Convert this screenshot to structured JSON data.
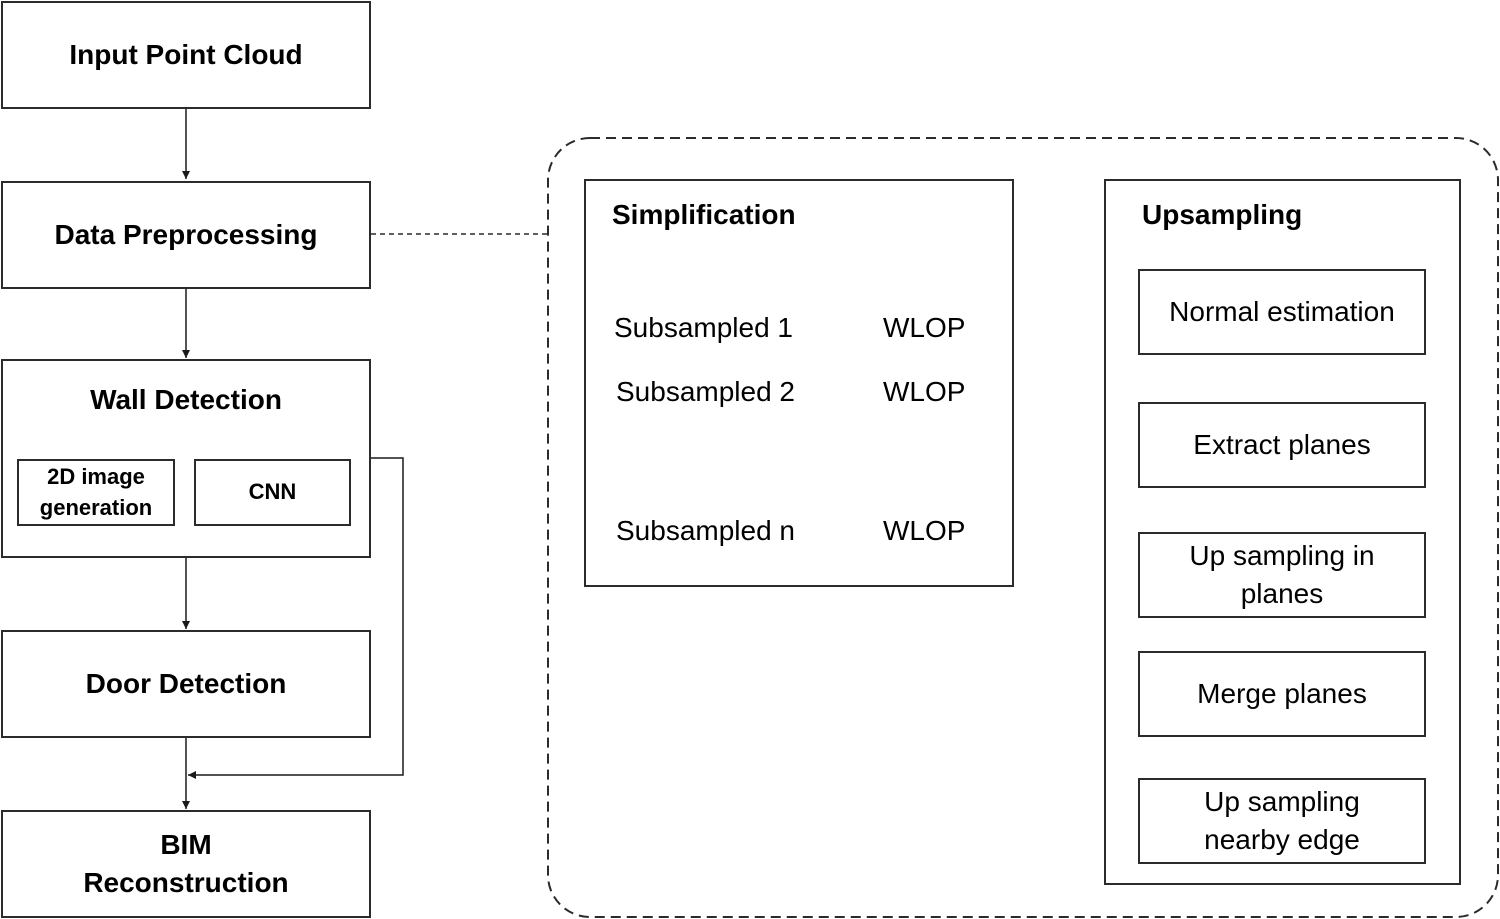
{
  "pipeline": {
    "input": "Input Point Cloud",
    "preprocessing": "Data Preprocessing",
    "wall_detection": {
      "title": "Wall Detection",
      "sub1": "2D image generation",
      "sub2": "CNN"
    },
    "door_detection": "Door Detection",
    "bim_reconstruction": "BIM Reconstruction"
  },
  "simplification": {
    "title": "Simplification",
    "rows": [
      {
        "left": "Subsampled 1",
        "right": "WLOP"
      },
      {
        "left": "Subsampled 2",
        "right": "WLOP"
      },
      {
        "left": "Subsampled n",
        "right": "WLOP"
      }
    ]
  },
  "upsampling": {
    "title": "Upsampling",
    "steps": [
      "Normal estimation",
      "Extract planes",
      "Up sampling in planes",
      "Merge planes",
      "Up sampling nearby edge"
    ]
  }
}
